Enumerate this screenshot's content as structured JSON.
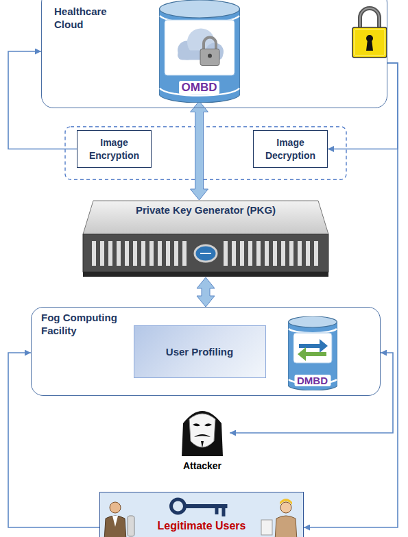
{
  "diagram": {
    "nodes": [
      {
        "text": [
          "Healthcare Cloud"
        ]
      },
      {
        "text": [
          "OMBD"
        ],
        "in": 0
      },
      {
        "text": [
          "Image Encryption"
        ]
      },
      {
        "text": [
          "Image Decryption"
        ]
      },
      {
        "text": [
          "Private Key Generator (PKG)"
        ]
      },
      {
        "text": [
          "Fog Computing Facility"
        ]
      },
      {
        "text": [
          "User Profiling"
        ],
        "in": 5
      },
      {
        "text": [
          "DMBD"
        ],
        "in": 5
      },
      {
        "text": [
          "Attacker"
        ]
      },
      {
        "text": [
          "Legitimate Users"
        ]
      }
    ],
    "edges": [
      {
        "from": 1,
        "to": 4,
        "arrow": "both"
      },
      {
        "from": 4,
        "to": 5,
        "arrow": "both"
      },
      {
        "from": 2,
        "to": 0,
        "arrow": "to"
      },
      {
        "from": 0,
        "to": 3,
        "arrow": "to"
      },
      {
        "from": 0,
        "to": 9,
        "arrow": "to"
      },
      {
        "from": 9,
        "to": 5,
        "arrow": "to"
      },
      {
        "from": 5,
        "to": 8,
        "arrow": "both"
      }
    ]
  }
}
